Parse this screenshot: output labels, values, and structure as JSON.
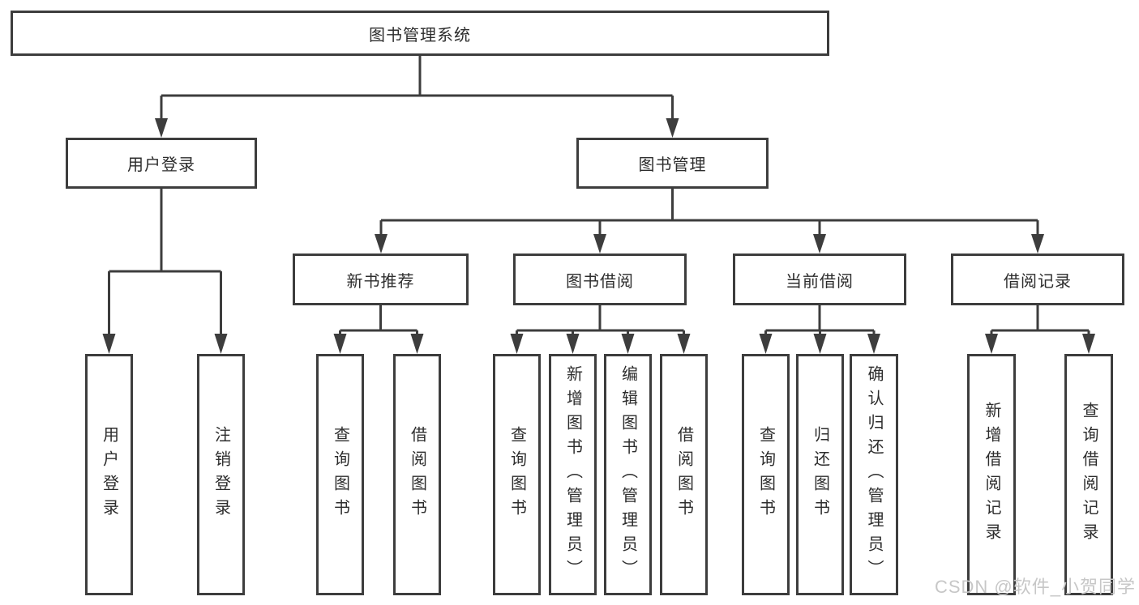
{
  "tree": {
    "label": "图书管理系统",
    "children": [
      {
        "label": "用户登录",
        "children": [
          {
            "label": "用户登录"
          },
          {
            "label": "注销登录"
          }
        ]
      },
      {
        "label": "图书管理",
        "children": [
          {
            "label": "新书推荐",
            "children": [
              {
                "label": "查询图书"
              },
              {
                "label": "借阅图书"
              }
            ]
          },
          {
            "label": "图书借阅",
            "children": [
              {
                "label": "查询图书"
              },
              {
                "label": "新增图书（管理员）"
              },
              {
                "label": "编辑图书（管理员）"
              },
              {
                "label": "借阅图书"
              }
            ]
          },
          {
            "label": "当前借阅",
            "children": [
              {
                "label": "查询图书"
              },
              {
                "label": "归还图书"
              },
              {
                "label": "确认归还（管理员）"
              }
            ]
          },
          {
            "label": "借阅记录",
            "children": [
              {
                "label": "新增借阅记录"
              },
              {
                "label": "查询借阅记录"
              }
            ]
          }
        ]
      }
    ]
  },
  "watermark": {
    "text": "CSDN @软件_小贺同学",
    "color": "#c7c7c7"
  },
  "colors": {
    "line": "#3d3d3d",
    "text": "#2d2d2d",
    "background": "#ffffff"
  }
}
